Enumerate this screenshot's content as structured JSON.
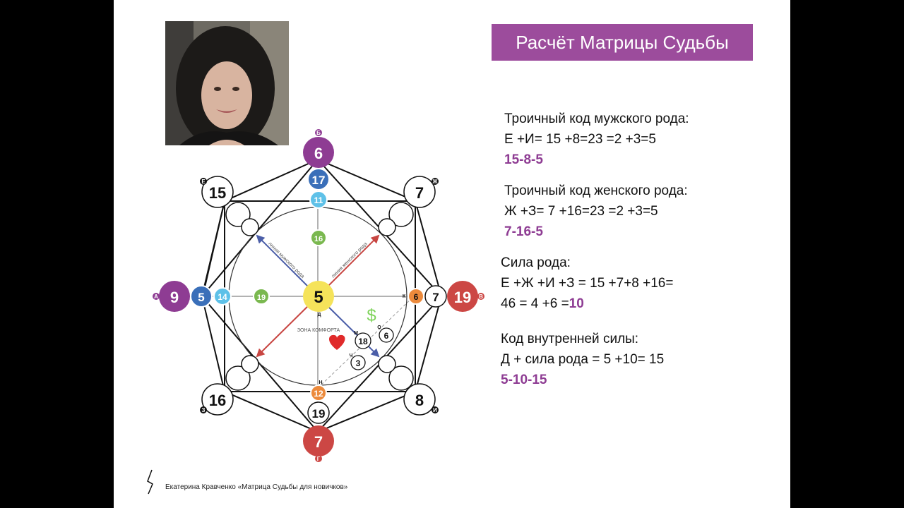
{
  "title": "Расчёт Матрицы Судьбы",
  "footer": "Екатерина Кравченко «Матрица Судьбы для новичков»",
  "text_blocks": {
    "male": {
      "heading": "Троичный код мужского рода:",
      "formula": "Е +И= 15 +8=23 =2 +3=5",
      "result": "15-8-5"
    },
    "female": {
      "heading": "Троичный код женского рода:",
      "formula": "Ж +З= 7 +16=23 =2 +3=5",
      "result": "7-16-5"
    },
    "power": {
      "heading": "Сила рода:",
      "formula1": "Е +Ж +И +З = 15 +7+8 +16=",
      "formula2_prefix": "46 = 4 +6 =",
      "formula2_result": "10"
    },
    "inner": {
      "heading": "Код внутренней силы:",
      "formula": "Д + сила рода = 5 +10= 15",
      "result": "5-10-15"
    }
  },
  "matrix": {
    "top_outer": "6",
    "top_blue": "17",
    "top_light": "11",
    "top_green": "16",
    "left_outer": "9",
    "left_blue": "5",
    "left_light": "14",
    "left_green": "19",
    "center": "5",
    "right_inner_orange": "6",
    "right_inner": "7",
    "right_outer": "19",
    "bottom_orange": "12",
    "bottom_inner": "19",
    "bottom_outer": "7",
    "corner_tl": "15",
    "corner_tr": "7",
    "corner_bl": "16",
    "corner_br": "8",
    "inner_18": "18",
    "inner_6": "6",
    "inner_3": "3",
    "label_male_line": "линия мужского рода",
    "label_female_line": "линия женского рода",
    "label_comfort": "ЗОНА КОМФОРТА",
    "letters": {
      "a": "А",
      "b": "Б",
      "v": "В",
      "g": "Г",
      "d": "Д",
      "e": "Е",
      "zh": "Ж",
      "z": "З",
      "i": "И",
      "m": "М",
      "n": "Н",
      "o": "О",
      "ch": "Ч",
      "k": "К"
    },
    "dollar": "$"
  },
  "colors": {
    "purple": "#8e3c93",
    "red": "#cc4744",
    "blue": "#3a6fb9",
    "lightblue": "#5ec1e8",
    "green": "#7ab84f",
    "yellow": "#f5e35a",
    "orange": "#ec8a3c"
  }
}
